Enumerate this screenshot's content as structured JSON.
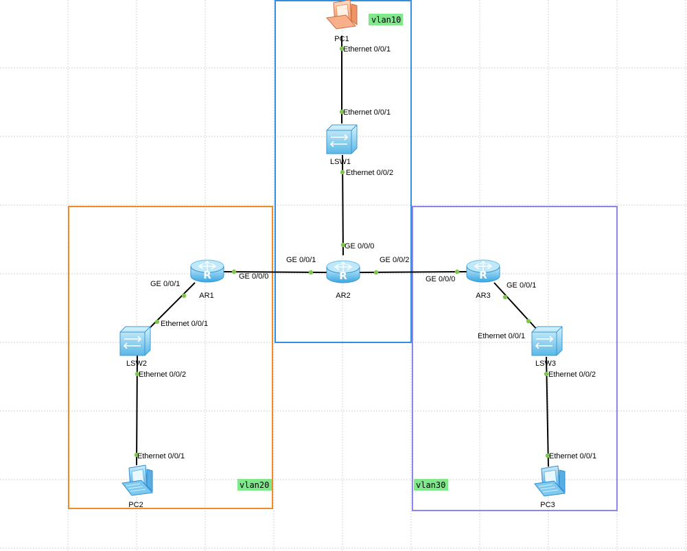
{
  "colors": {
    "grid": "#d0d0d0",
    "vlan10": "#2f8fe0",
    "vlan20": "#f08a24",
    "vlan30": "#8a86f0",
    "zone_label_bg": "#7ee88a",
    "link": "#000000",
    "port_dot": "#7cc64a"
  },
  "zones": {
    "vlan10": {
      "label": "vlan10"
    },
    "vlan20": {
      "label": "vlan20"
    },
    "vlan30": {
      "label": "vlan30"
    }
  },
  "devices": {
    "pc1": {
      "label": "PC1",
      "icon": "pc-icon"
    },
    "lsw1": {
      "label": "LSW1",
      "icon": "switch-icon"
    },
    "ar1": {
      "label": "AR1",
      "icon": "router-icon"
    },
    "ar2": {
      "label": "AR2",
      "icon": "router-icon"
    },
    "ar3": {
      "label": "AR3",
      "icon": "router-icon"
    },
    "lsw2": {
      "label": "LSW2",
      "icon": "switch-icon"
    },
    "lsw3": {
      "label": "LSW3",
      "icon": "switch-icon"
    },
    "pc2": {
      "label": "PC2",
      "icon": "pc-icon"
    },
    "pc3": {
      "label": "PC3",
      "icon": "pc-icon"
    }
  },
  "ports": {
    "pc1_e001": "Ethernet 0/0/1",
    "lsw1_e001": "Ethernet 0/0/1",
    "lsw1_e002": "Ethernet 0/0/2",
    "ar2_ge000": "GE 0/0/0",
    "ar2_ge001": "GE 0/0/1",
    "ar2_ge002": "GE 0/0/2",
    "ar1_ge000": "GE 0/0/0",
    "ar1_ge001": "GE 0/0/1",
    "ar3_ge000": "GE 0/0/0",
    "ar3_ge001": "GE 0/0/1",
    "lsw2_e001": "Ethernet 0/0/1",
    "lsw2_e002": "Ethernet 0/0/2",
    "pc2_e001": "Ethernet 0/0/1",
    "lsw3_e001": "Ethernet 0/0/1",
    "lsw3_e002": "Ethernet 0/0/2",
    "pc3_e001": "Ethernet 0/0/1"
  }
}
